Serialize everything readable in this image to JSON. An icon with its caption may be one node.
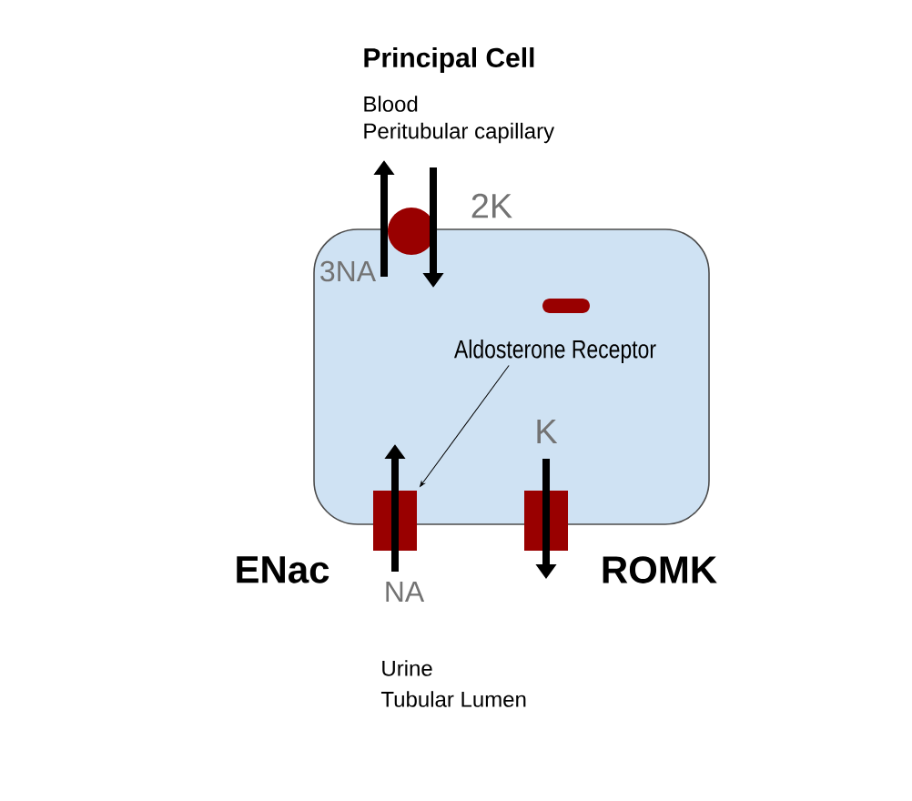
{
  "diagram": {
    "nodes": [
      {
        "text": [],
        "shape": "box"
      },
      {
        "text": [
          "Aldosterone Receptor"
        ],
        "in": 0
      },
      {
        "text": [],
        "shape": "box",
        "beside": [
          "ENac"
        ]
      },
      {
        "text": [],
        "shape": "box",
        "beside": [
          "ROMK"
        ]
      }
    ],
    "edges": [
      {
        "from": 1,
        "to": 2,
        "arrow": "to"
      }
    ],
    "labels": [
      "Principal Cell",
      "Blood",
      "Peritubular capillary",
      "2K",
      "3NA",
      "K",
      "NA",
      "Urine",
      "Tubular Lumen"
    ]
  }
}
